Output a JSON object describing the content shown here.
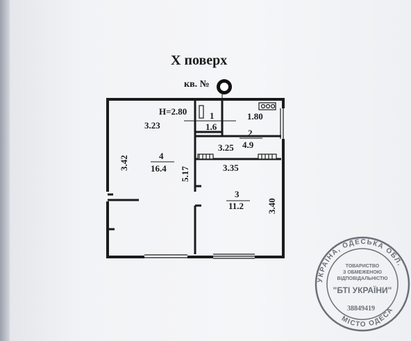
{
  "floor_title": "X поверх",
  "apartment_label": "кв. №",
  "ceiling_height": "H=2.80",
  "rooms": [
    {
      "number": "1",
      "area": "1.6"
    },
    {
      "number": "2",
      "area": "4.9"
    },
    {
      "number": "3",
      "area": "11.2"
    },
    {
      "number": "4",
      "area": "16.4"
    }
  ],
  "dimensions": {
    "room4_width": "3.23",
    "room4_height": "3.42",
    "room4_inner": "5.17",
    "room2_top": "1.80",
    "room2_width": "3.25",
    "room3_width": "3.35",
    "room3_height": "3.40"
  },
  "stamp": {
    "outer_ring": "УКРАЇНА, ОДЕСЬКА ОБЛ.",
    "outer_ring_bottom": "МІСТО ОДЕСА",
    "line1": "ТОВАРИСТВО",
    "line2": "З ОБМЕЖЕНОЮ",
    "line3": "ВІДПОВІДАЛЬНІСТЮ",
    "name": "\"БТІ УКРАЇНИ\"",
    "code": "38849419"
  },
  "colors": {
    "ink": "#1b1b1b",
    "stamp": "#6b6f78",
    "paper": "#f4f5f7"
  }
}
